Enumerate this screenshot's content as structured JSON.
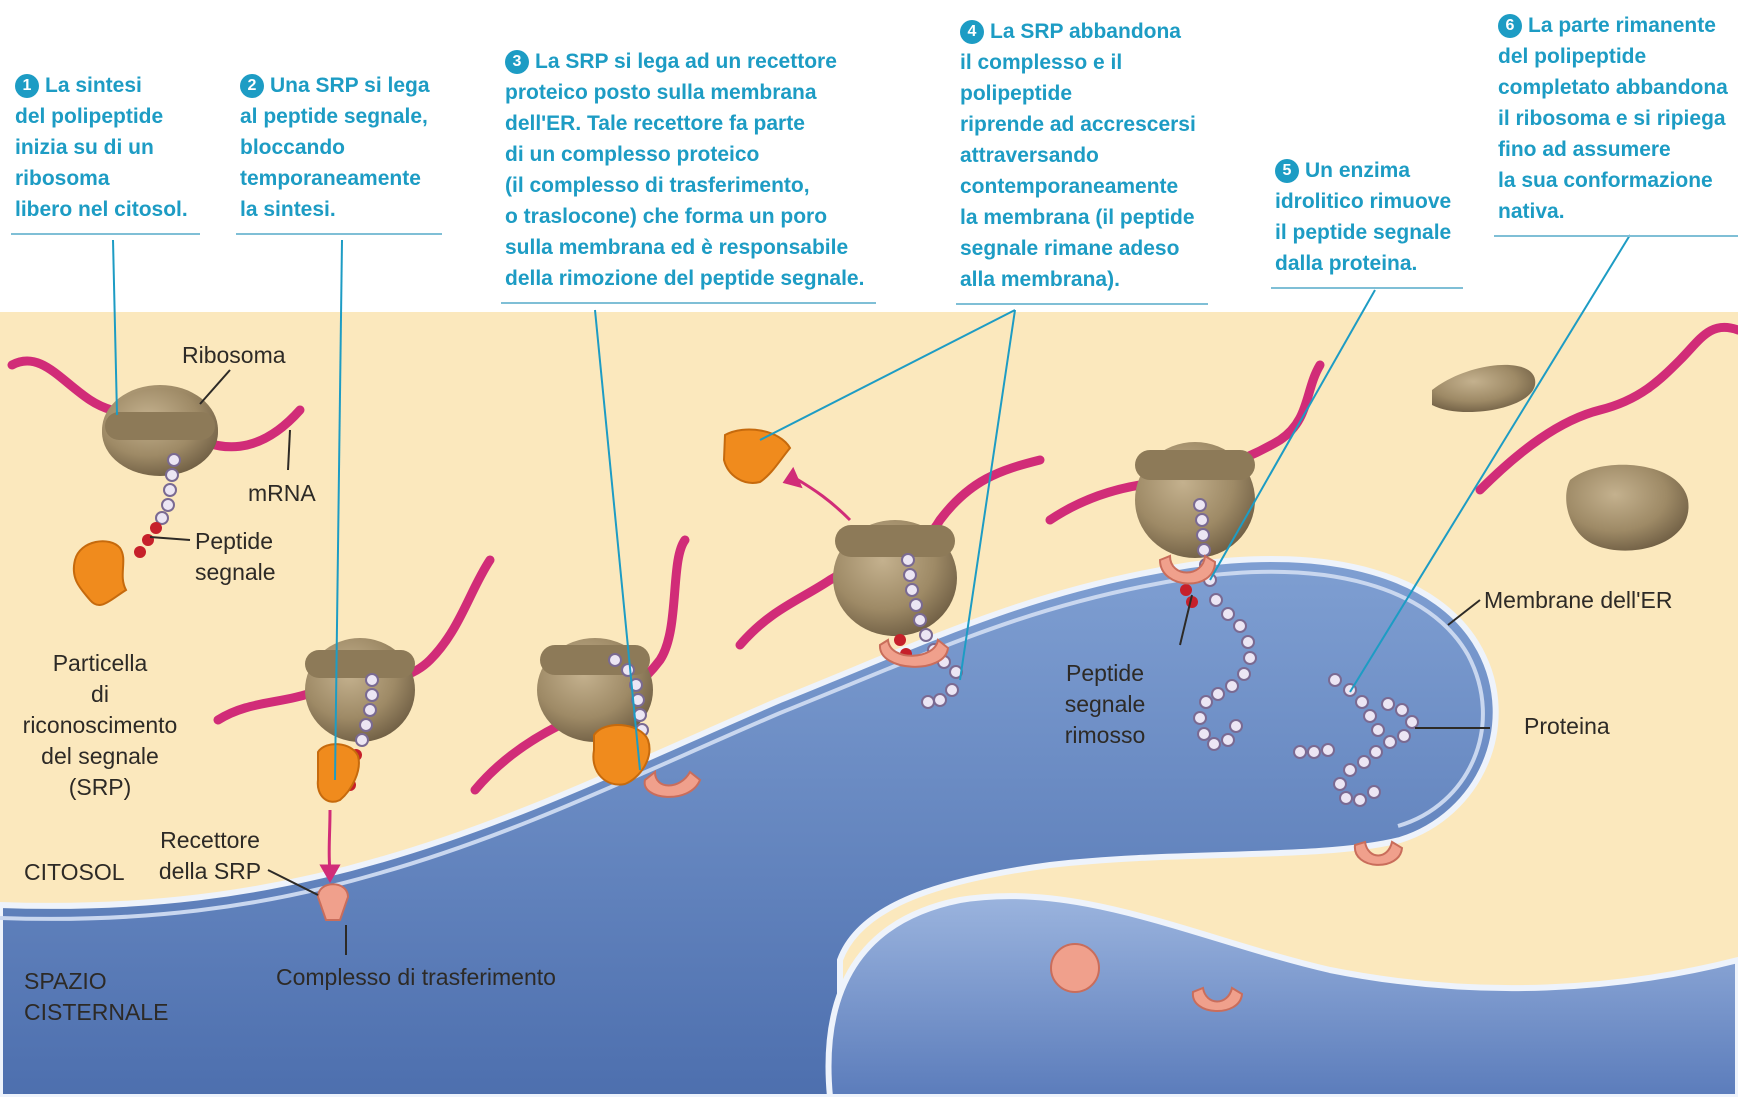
{
  "steps": [
    {
      "num": "1",
      "lines": [
        "La sintesi",
        "del polipeptide",
        "inizia su di un",
        "ribosoma",
        "libero nel citosol."
      ]
    },
    {
      "num": "2",
      "lines": [
        "Una SRP si lega",
        "al peptide segnale,",
        "bloccando",
        "temporaneamente",
        "la sintesi."
      ]
    },
    {
      "num": "3",
      "lines": [
        "La SRP si lega ad un recettore",
        "proteico posto sulla membrana",
        "dell'ER. Tale recettore fa parte",
        "di un complesso proteico",
        "(il complesso di trasferimento,",
        "o traslocone) che forma un poro",
        "sulla membrana ed è responsabile",
        "della rimozione del peptide segnale."
      ]
    },
    {
      "num": "4",
      "lines": [
        "La SRP abbandona",
        "il complesso e il",
        "polipeptide",
        "riprende ad accrescersi",
        "attraversando",
        "contemporaneamente",
        "la membrana (il peptide",
        "segnale rimane adeso",
        "alla membrana)."
      ]
    },
    {
      "num": "5",
      "lines": [
        "Un enzima",
        "idrolitico rimuove",
        "il peptide segnale",
        "dalla proteina."
      ]
    },
    {
      "num": "6",
      "lines": [
        "La parte rimanente",
        "del polipeptide",
        "completato abbandona",
        "il ribosoma e si ripiega",
        "fino ad assumere",
        "la sua conformazione",
        "nativa."
      ]
    }
  ],
  "labels": {
    "ribosoma": "Ribosoma",
    "mrna": "mRNA",
    "peptide_segnale": [
      "Peptide",
      "segnale"
    ],
    "srp": [
      "Particella",
      "di",
      "riconoscimento",
      "del segnale",
      "(SRP)"
    ],
    "recettore": [
      "Recettore",
      "della SRP"
    ],
    "citosol": "CITOSOL",
    "spazio": [
      "SPAZIO",
      "CISTERNALE"
    ],
    "complesso": "Complesso di trasferimento",
    "peptide_rimosso": [
      "Peptide",
      "segnale",
      "rimosso"
    ],
    "membrane_er": "Membrane dell'ER",
    "proteina": "Proteina"
  },
  "colors": {
    "accent": "#1d9cc4",
    "cytosol": "#fbe8bd",
    "er_lumen": "#5f82be",
    "ribosome": "#9e8a66",
    "mrna": "#d12c78",
    "srp": "#f08b1d",
    "translocon": "#f0a08c",
    "bead": "#ece6f4",
    "signal": "#c6202a"
  }
}
